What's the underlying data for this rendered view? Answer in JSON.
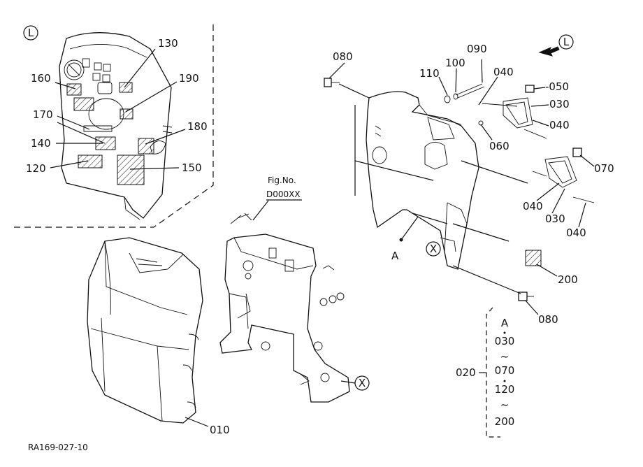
{
  "view_markers": {
    "left": "L",
    "x_mark": "X",
    "a_mark": "A"
  },
  "fig_ref": {
    "line1": "Fig.No.",
    "line2": "D000XX"
  },
  "labels": {
    "p130": "130",
    "p190": "190",
    "p160": "160",
    "p170": "170",
    "p180": "180",
    "p140": "140",
    "p150": "150",
    "p120": "120",
    "p080a": "080",
    "p110": "110",
    "p100": "100",
    "p090": "090",
    "p040a": "040",
    "p050": "-050",
    "p030a": "030",
    "p040b": "040",
    "p060": "060",
    "p070": "070",
    "p040c": "040",
    "p030b": "030",
    "p040d": "040",
    "p200": "200",
    "p080b": "080",
    "p010": "010",
    "p020": "020"
  },
  "range_box": {
    "l1": "A",
    "l2": "030",
    "l3": "~",
    "l4": "070",
    "l5": "120",
    "l6": "~",
    "l7": "200"
  },
  "footer_code": "RA169-027-10"
}
